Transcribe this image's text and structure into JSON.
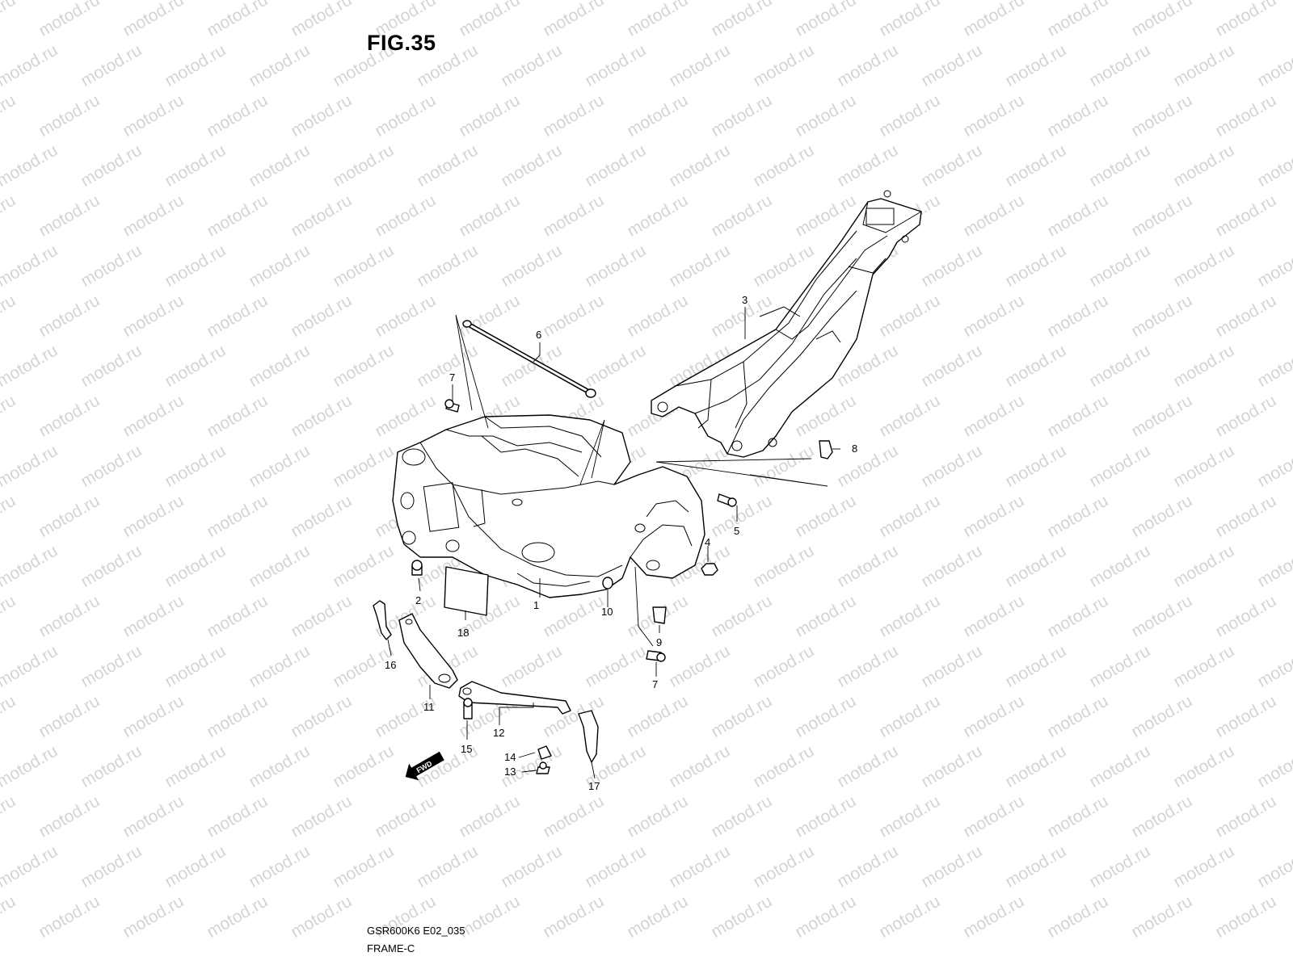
{
  "figure": {
    "title": "FIG.35",
    "model_code": "GSR600K6 E02_035",
    "section": "FRAME-C",
    "watermark": "motod.ru",
    "fwd_label": "FWD"
  },
  "callouts": [
    {
      "id": "c1",
      "label": "1"
    },
    {
      "id": "c2",
      "label": "2"
    },
    {
      "id": "c3",
      "label": "3"
    },
    {
      "id": "c4",
      "label": "4"
    },
    {
      "id": "c5",
      "label": "5"
    },
    {
      "id": "c6",
      "label": "6"
    },
    {
      "id": "c7a",
      "label": "7"
    },
    {
      "id": "c7b",
      "label": "7"
    },
    {
      "id": "c8",
      "label": "8"
    },
    {
      "id": "c9",
      "label": "9"
    },
    {
      "id": "c10",
      "label": "10"
    },
    {
      "id": "c11",
      "label": "11"
    },
    {
      "id": "c12",
      "label": "12"
    },
    {
      "id": "c13",
      "label": "13"
    },
    {
      "id": "c14",
      "label": "14"
    },
    {
      "id": "c15",
      "label": "15"
    },
    {
      "id": "c16",
      "label": "16"
    },
    {
      "id": "c17",
      "label": "17"
    },
    {
      "id": "c18",
      "label": "18"
    }
  ]
}
